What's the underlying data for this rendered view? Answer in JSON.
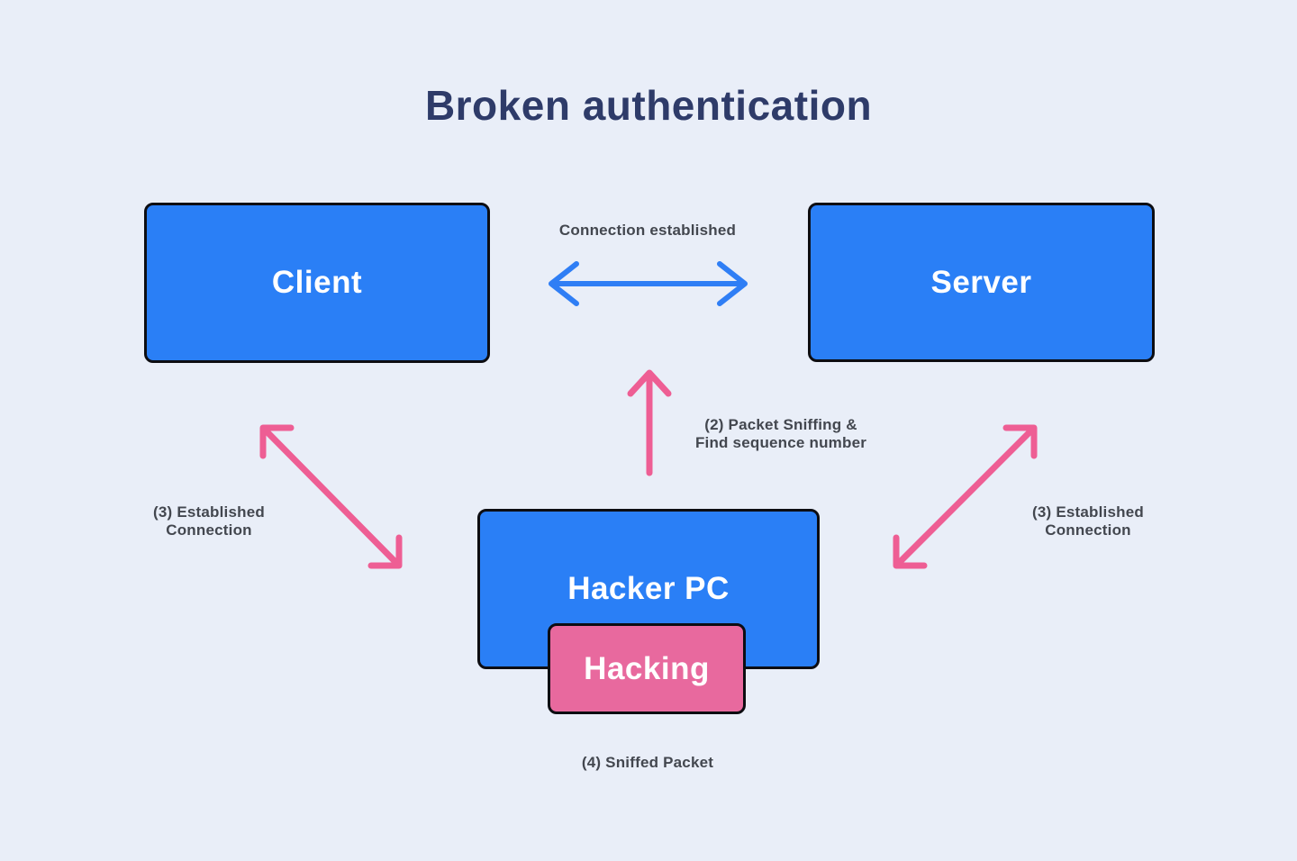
{
  "title": "Broken authentication",
  "colors": {
    "background": "#e9eef8",
    "box_blue": "#2a7ff6",
    "box_pink": "#e8699e",
    "arrow_blue": "#2f7ef5",
    "arrow_pink": "#ee5e94",
    "title_navy": "#2e3b69",
    "label_gray": "#43474f",
    "border_black": "#0d0d12",
    "text_white": "#ffffff"
  },
  "nodes": {
    "client": {
      "label": "Client"
    },
    "server": {
      "label": "Server"
    },
    "hacker_pc": {
      "label": "Hacker PC"
    },
    "hacking": {
      "label": "Hacking"
    }
  },
  "annotations": {
    "connection_established": "Connection established",
    "packet_sniffing_line1": "(2) Packet Sniffing &",
    "packet_sniffing_line2": "Find sequence number",
    "established_left_line1": "(3) Established",
    "established_left_line2": "Connection",
    "established_right_line1": "(3) Established",
    "established_right_line2": "Connection",
    "sniffed_packet": "(4) Sniffed Packet"
  }
}
